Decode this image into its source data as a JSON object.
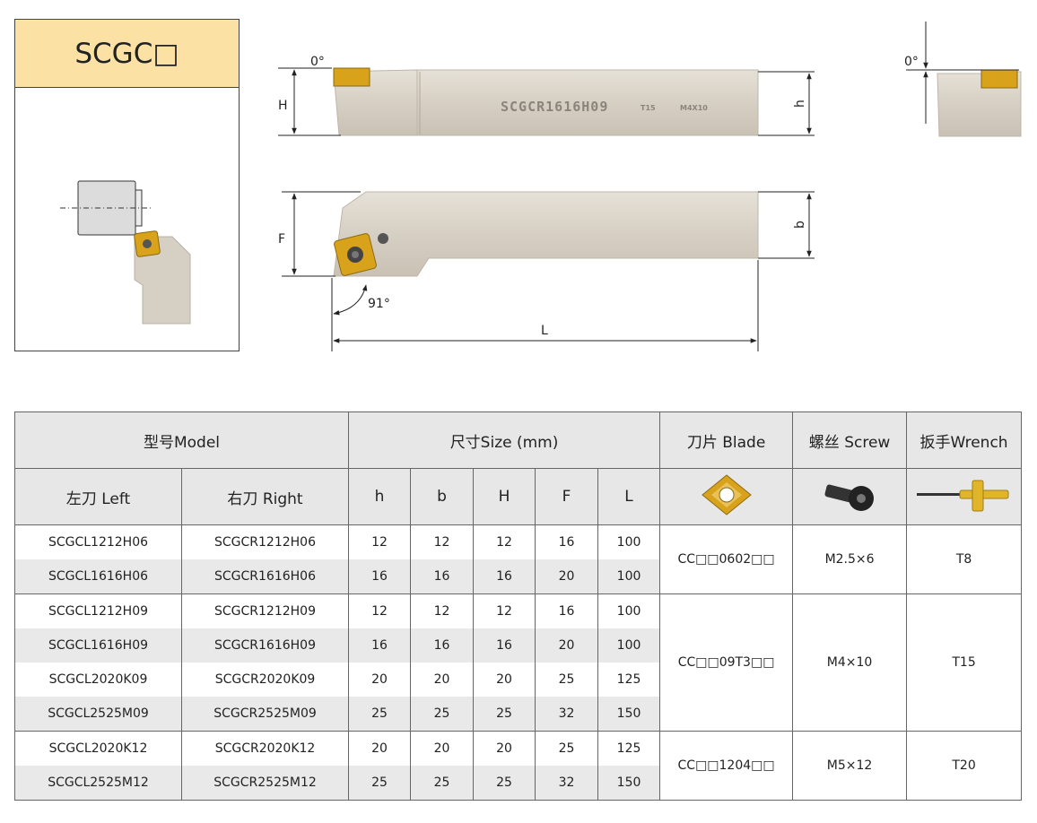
{
  "title": "SCGC□",
  "drawing": {
    "engraving_main": "SCGCR1616H09",
    "engraving_t": "T15",
    "engraving_screw": "M4X10",
    "labels": {
      "zero_left": "0°",
      "zero_right": "0°",
      "H": "H",
      "h": "h",
      "F": "F",
      "b": "b",
      "angle": "91°",
      "L": "L"
    }
  },
  "table": {
    "headers": {
      "model": "型号Model",
      "size": "尺寸Size (mm)",
      "blade": "刀片 Blade",
      "screw": "螺丝 Screw",
      "wrench": "扳手Wrench",
      "left": "左刀 Left",
      "right": "右刀 Right",
      "h": "h",
      "b": "b",
      "H": "H",
      "F": "F",
      "L": "L"
    },
    "rows": [
      {
        "left": "SCGCL1212H06",
        "right": "SCGCR1212H06",
        "h": "12",
        "b": "12",
        "H": "12",
        "F": "16",
        "L": "100"
      },
      {
        "left": "SCGCL1616H06",
        "right": "SCGCR1616H06",
        "h": "16",
        "b": "16",
        "H": "16",
        "F": "20",
        "L": "100"
      },
      {
        "left": "SCGCL1212H09",
        "right": "SCGCR1212H09",
        "h": "12",
        "b": "12",
        "H": "12",
        "F": "16",
        "L": "100"
      },
      {
        "left": "SCGCL1616H09",
        "right": "SCGCR1616H09",
        "h": "16",
        "b": "16",
        "H": "16",
        "F": "20",
        "L": "100"
      },
      {
        "left": "SCGCL2020K09",
        "right": "SCGCR2020K09",
        "h": "20",
        "b": "20",
        "H": "20",
        "F": "25",
        "L": "125"
      },
      {
        "left": "SCGCL2525M09",
        "right": "SCGCR2525M09",
        "h": "25",
        "b": "25",
        "H": "25",
        "F": "32",
        "L": "150"
      },
      {
        "left": "SCGCL2020K12",
        "right": "SCGCR2020K12",
        "h": "20",
        "b": "20",
        "H": "20",
        "F": "25",
        "L": "125"
      },
      {
        "left": "SCGCL2525M12",
        "right": "SCGCR2525M12",
        "h": "25",
        "b": "25",
        "H": "25",
        "F": "32",
        "L": "150"
      }
    ],
    "groups": [
      {
        "blade": "CC□□0602□□",
        "screw": "M2.5×6",
        "wrench": "T8"
      },
      {
        "blade": "CC□□09T3□□",
        "screw": "M4×10",
        "wrench": "T15"
      },
      {
        "blade": "CC□□1204□□",
        "screw": "M5×12",
        "wrench": "T20"
      }
    ]
  },
  "colors": {
    "title_band": "#fbe2a4",
    "header_bg": "#e7e7e7",
    "alt_row": "#e9e9e9",
    "holder_body": "#d9d3c9",
    "insert_gold": "#d9a21b"
  }
}
